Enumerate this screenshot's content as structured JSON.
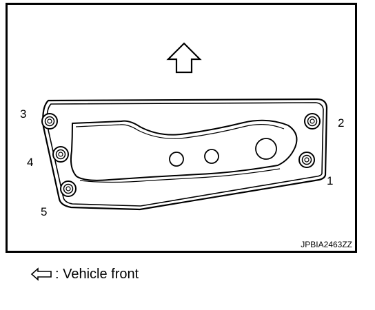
{
  "figure": {
    "image_code": "JPBIA2463ZZ",
    "bolt_callouts": [
      "1",
      "2",
      "3",
      "4",
      "5"
    ]
  },
  "legend": {
    "icon": "arrow-left-outline-icon",
    "text": ": Vehicle front"
  }
}
